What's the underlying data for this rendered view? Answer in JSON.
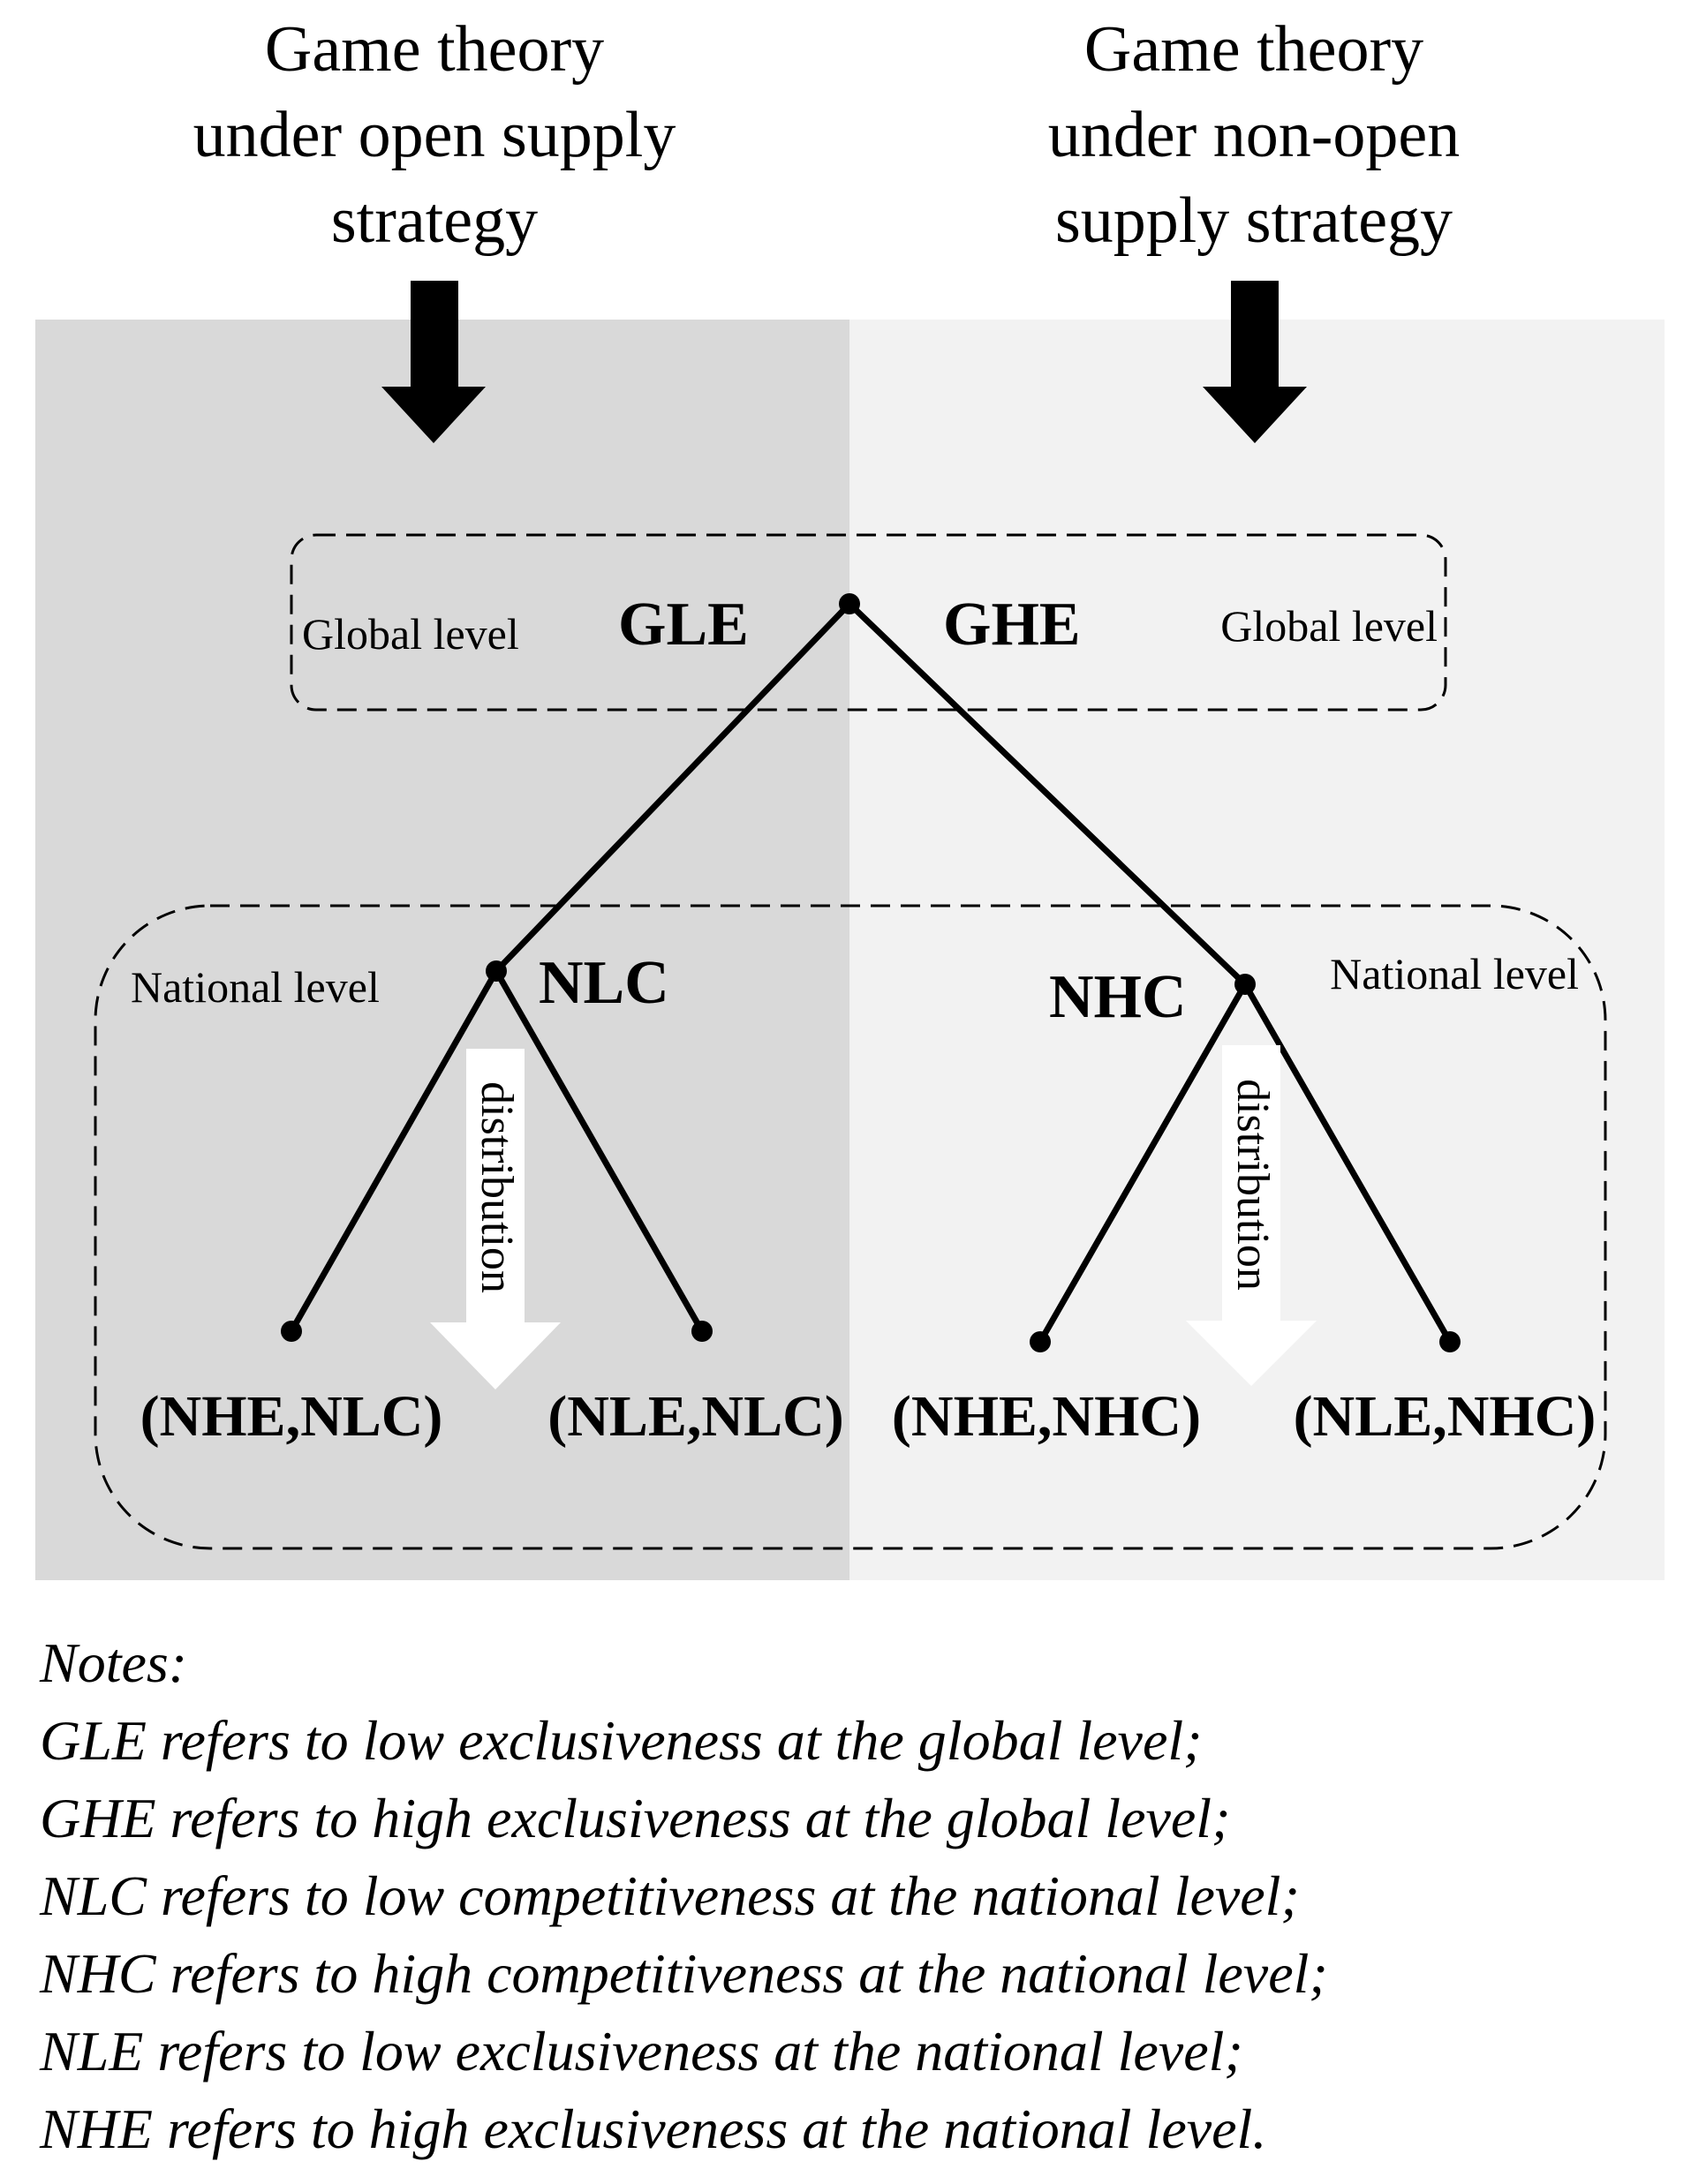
{
  "headings": {
    "left": [
      "Game theory",
      "under open supply",
      "strategy"
    ],
    "right": [
      "Game theory",
      "under non-open",
      "supply strategy"
    ]
  },
  "colors": {
    "left_panel": "#d9d9d9",
    "right_panel": "#f2f2f2",
    "ink": "#000000"
  },
  "global_level": {
    "left_label": "Global  level",
    "right_label": "Global  level",
    "left_node": "GLE",
    "right_node": "GHE"
  },
  "national_level": {
    "left_label": "National  level",
    "right_label": "National  level",
    "left_node": "NLC",
    "right_node": "NHC"
  },
  "distribution_labels": [
    "distribution",
    "distribution"
  ],
  "leaves": [
    "(NHE,NLC)",
    "(NLE,NLC)",
    "(NHE,NHC)",
    "(NLE,NHC)"
  ],
  "notes": {
    "title": "Notes:",
    "items": [
      "GLE refers to low exclusiveness at the global level;",
      "GHE refers to high exclusiveness at the global level;",
      "NLC refers to low competitiveness at the national level;",
      "NHC refers to high competitiveness at the national level;",
      "NLE refers to low exclusiveness at the national level;",
      "NHE refers to high exclusiveness at the national level."
    ]
  }
}
